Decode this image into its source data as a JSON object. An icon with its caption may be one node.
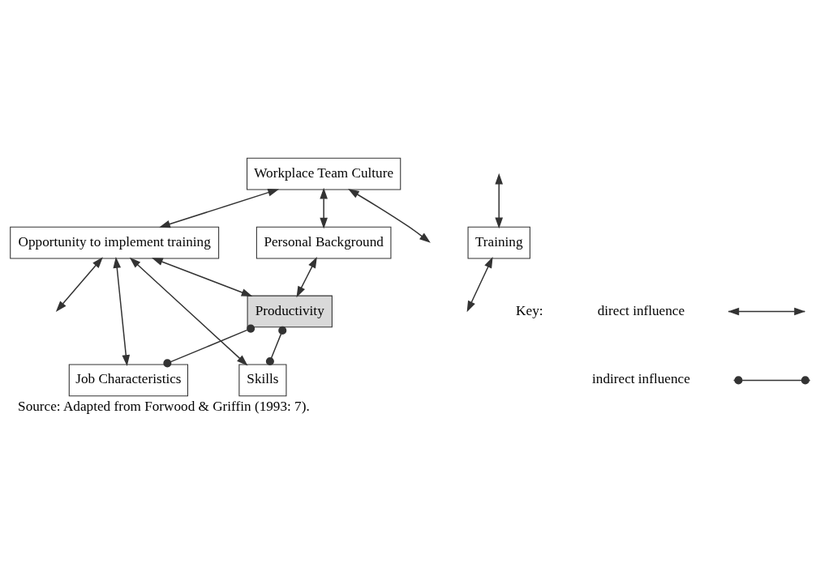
{
  "diagram": {
    "caption": "Source: Adapted from Forwood & Griffin (1993: 7).",
    "nodes": [
      {
        "text": [
          "Workplace Team Culture"
        ]
      },
      {
        "text": [
          "Personal Background"
        ]
      },
      {
        "text": [
          "Opportunity to implement training"
        ]
      },
      {
        "text": [
          "Productivity"
        ]
      },
      {
        "text": [
          "Job Characteristics"
        ]
      },
      {
        "text": [
          "Skills"
        ]
      },
      {
        "text": [
          "Training"
        ]
      }
    ],
    "edges": [
      {
        "from": 0,
        "to": 1,
        "arrow": "both"
      },
      {
        "from": 0,
        "to": 2,
        "arrow": "both"
      },
      {
        "from": 0,
        "to": null,
        "arrow": "both"
      },
      {
        "from": 1,
        "to": 3,
        "arrow": "both"
      },
      {
        "from": 2,
        "to": 4,
        "arrow": "both"
      },
      {
        "from": 2,
        "to": 3,
        "arrow": "both"
      },
      {
        "from": 2,
        "to": 5,
        "arrow": "both"
      },
      {
        "from": 2,
        "to": null,
        "arrow": "both"
      },
      {
        "from": null,
        "to": 6,
        "arrow": "both"
      },
      {
        "from": 6,
        "to": null,
        "arrow": "both"
      },
      {
        "from": 4,
        "to": 3,
        "arrow": "other"
      },
      {
        "from": 3,
        "to": 5,
        "arrow": "other"
      }
    ],
    "labels": [
      "Key:"
    ],
    "legend": [
      {
        "text": "direct influence"
      },
      {
        "text": "indirect influence"
      }
    ]
  }
}
